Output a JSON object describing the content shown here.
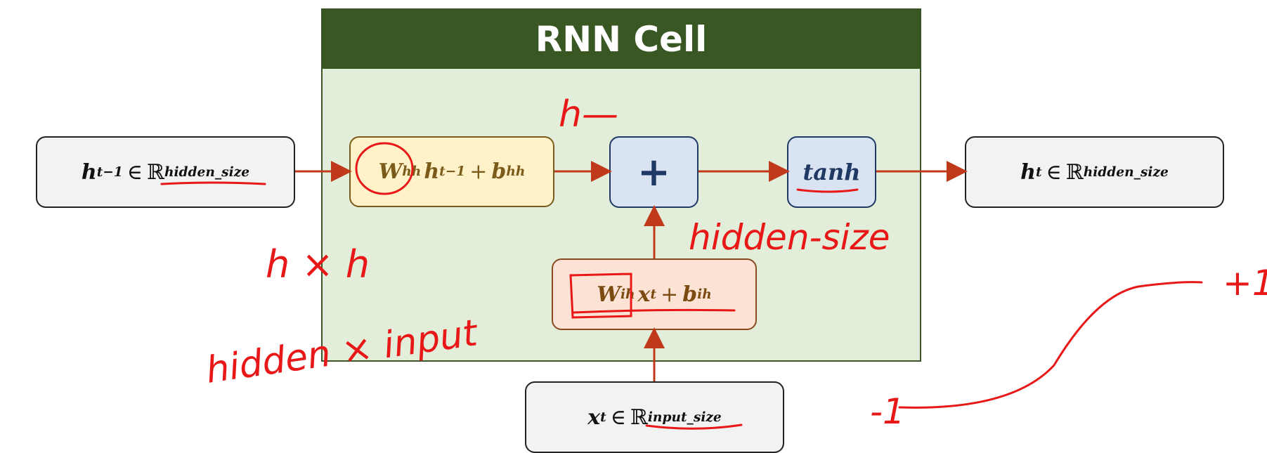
{
  "cell": {
    "title": "RNN Cell"
  },
  "inputs": {
    "h_prev": {
      "base": "h",
      "sub": "t−1",
      "in": "∈",
      "set": "ℝ",
      "sup": "hidden_size"
    },
    "x_t": {
      "base": "x",
      "sub": "t",
      "in": "∈",
      "set": "ℝ",
      "sup": "input_size"
    }
  },
  "ops": {
    "hidden_term": {
      "w": "W",
      "w_sub": "hh",
      "h": "h",
      "h_sub": "t−1",
      "plus": "+",
      "b": "b",
      "b_sub": "hh"
    },
    "input_term": {
      "w": "W",
      "w_sub": "ih",
      "x": "x",
      "x_sub": "t",
      "plus": "+",
      "b": "b",
      "b_sub": "ih"
    },
    "sum": "+",
    "activation": "tanh"
  },
  "output": {
    "base": "h",
    "sub": "t",
    "in": "∈",
    "set": "ℝ",
    "sup": "hidden_size"
  },
  "annotations": {
    "h_dash": "h—",
    "hxh": "h × h",
    "hidden_size": "hidden-size",
    "hidden_x_input": "hidden × input",
    "plus_one": "+1",
    "minus_one": "-1"
  },
  "colors": {
    "header": "#385723",
    "cell_bg": "#e2eed9",
    "arrow": "#c0391b",
    "ink": "#e81818",
    "hidden_term_bg": "#fff1c8",
    "input_term_bg": "#fde3d6",
    "sum_bg": "#d9e3f2"
  }
}
